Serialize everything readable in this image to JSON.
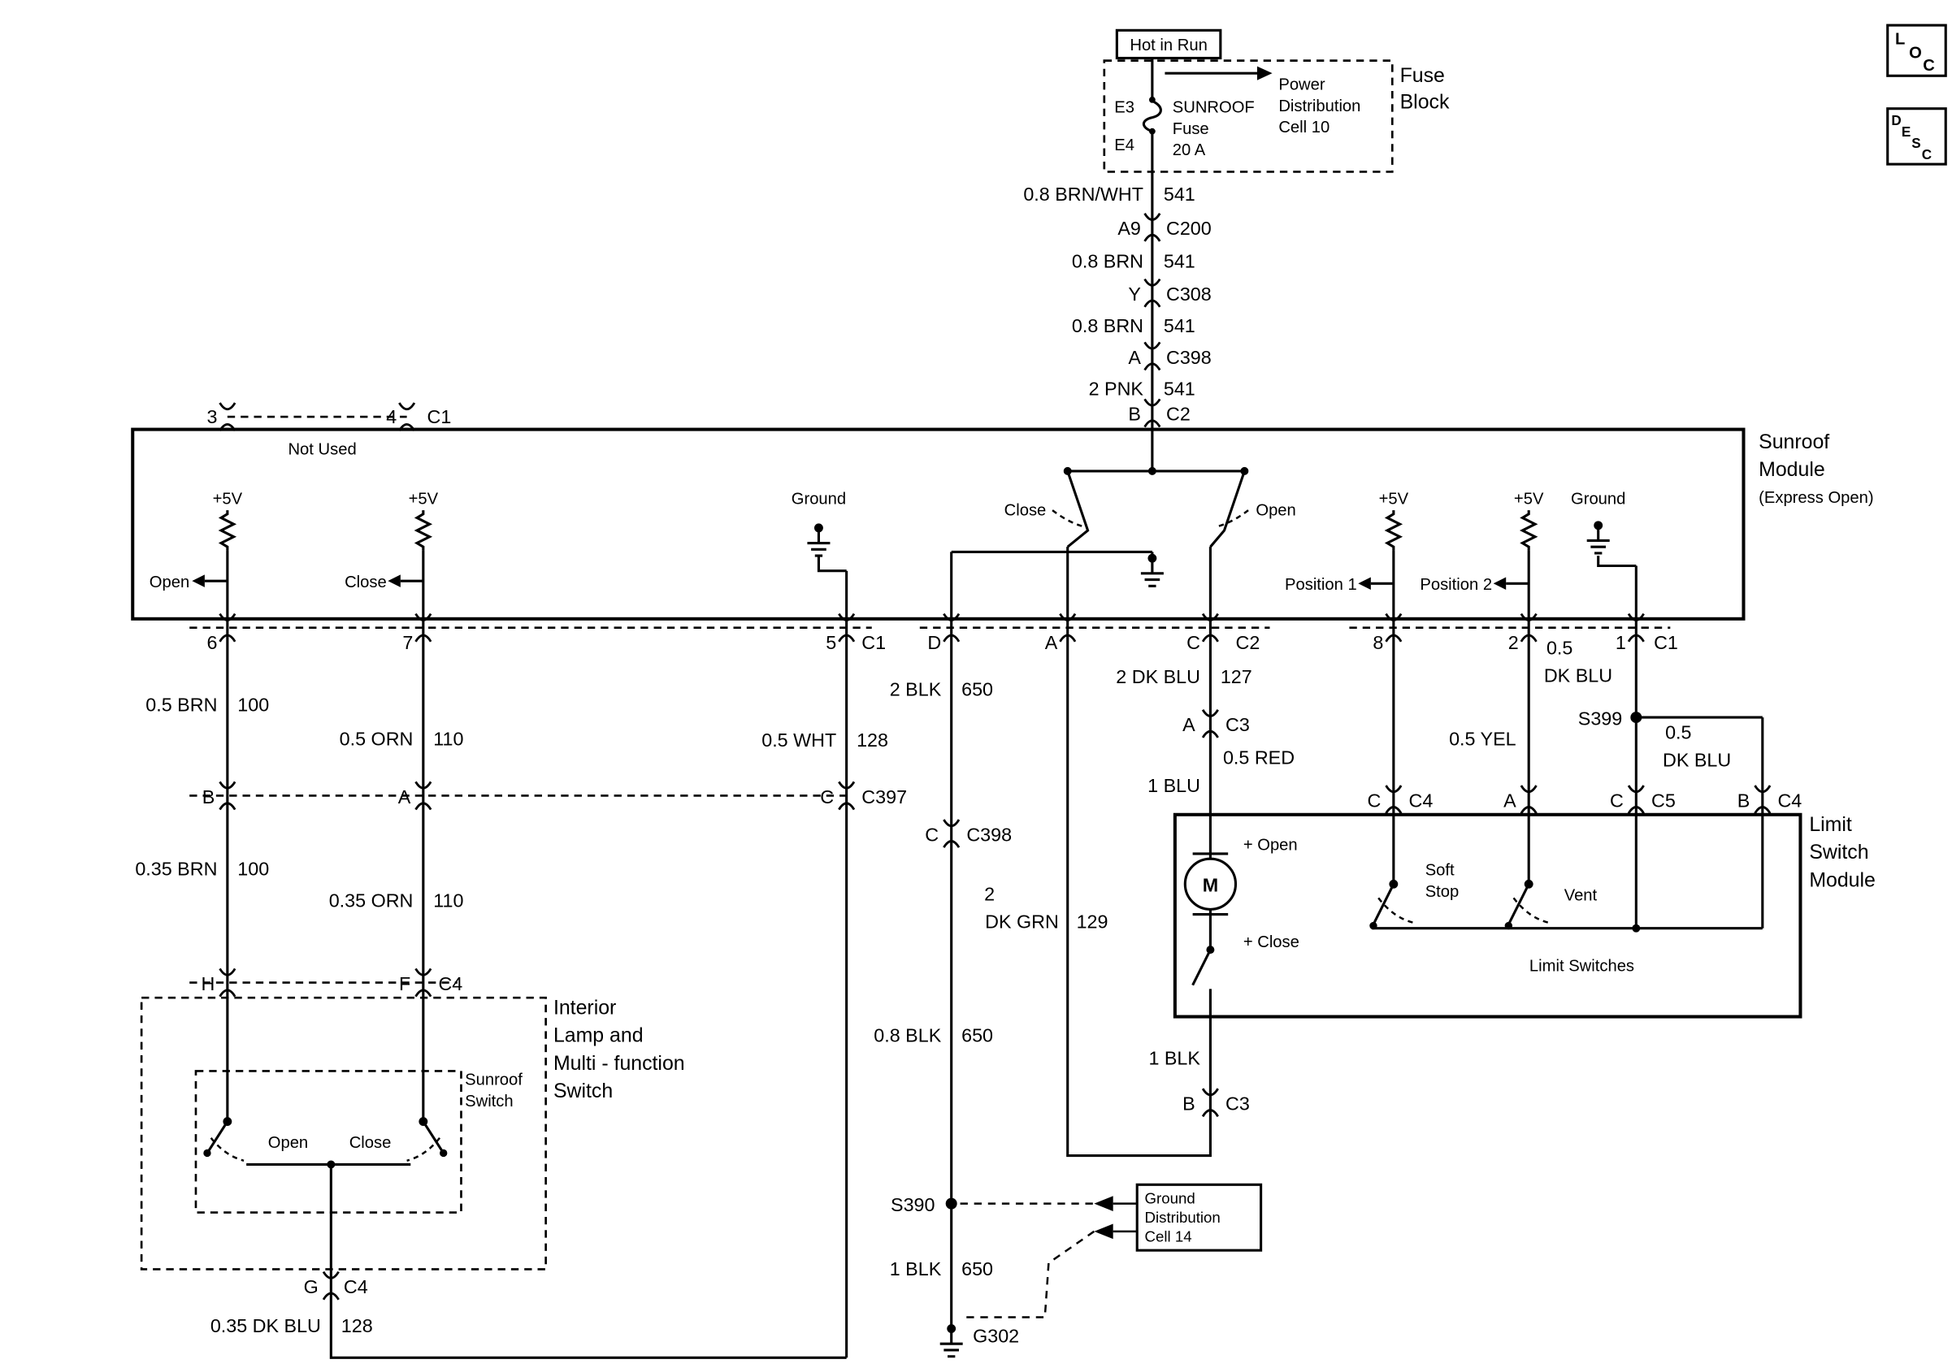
{
  "corner": {
    "loc": {
      "l1": "L",
      "l2": "O",
      "l3": "C"
    },
    "desc": {
      "l1": "D",
      "l2": "E",
      "l3": "S",
      "l4": "C"
    }
  },
  "fuse_area": {
    "hot_in_run": "Hot in Run",
    "pin_e3": "E3",
    "pin_e4": "E4",
    "fuse_name": "SUNROOF",
    "fuse_word": "Fuse",
    "fuse_rating": "20 A",
    "dist1": "Power",
    "dist2": "Distribution",
    "dist3": "Cell 10",
    "block1": "Fuse",
    "block2": "Block"
  },
  "feed": {
    "seg1": {
      "gauge_color": "0.8 BRN/WHT",
      "circuit": "541"
    },
    "c200": {
      "pin": "A9",
      "name": "C200"
    },
    "seg2": {
      "gauge_color": "0.8 BRN",
      "circuit": "541"
    },
    "c308": {
      "pin": "Y",
      "name": "C308"
    },
    "seg3": {
      "gauge_color": "0.8 BRN",
      "circuit": "541"
    },
    "c398": {
      "pin": "A",
      "name": "C398"
    },
    "seg4": {
      "gauge_color": "2 PNK",
      "circuit": "541"
    },
    "c2": {
      "pin": "B",
      "name": "C2"
    }
  },
  "sunroof_module": {
    "title1": "Sunroof",
    "title2": "Module",
    "title3": "(Express Open)",
    "not_used": "Not Used",
    "pin3": "3",
    "pin4": "4",
    "c1_top": "C1",
    "v5": "+5V",
    "ground": "Ground",
    "open_left": "Open",
    "close_left": "Close",
    "close_mid": "Close",
    "open_mid": "Open",
    "pos1": "Position 1",
    "pos2": "Position 2",
    "pins": {
      "p6": "6",
      "p7": "7",
      "p5": "5",
      "c1_left": "C1",
      "pd": "D",
      "pa": "A",
      "pc": "C",
      "c2": "C2",
      "p8": "8",
      "p2": "2",
      "p1": "1",
      "c1_right": "C1"
    }
  },
  "left": {
    "w6a": {
      "gauge_color": "0.5 BRN",
      "circuit": "100"
    },
    "w6b": {
      "gauge_color": "0.35 BRN",
      "circuit": "100"
    },
    "w7a": {
      "gauge_color": "0.5 ORN",
      "circuit": "110"
    },
    "w7b": {
      "gauge_color": "0.35 ORN",
      "circuit": "110"
    },
    "w5": {
      "gauge_color": "0.5 WHT",
      "circuit": "128"
    },
    "c397": {
      "pin_b": "B",
      "pin_a": "A",
      "pin_c": "C",
      "name": "C397"
    },
    "c4": {
      "pin_h": "H",
      "pin_f": "F",
      "name": "C4"
    },
    "gc4": {
      "pin": "G",
      "name": "C4"
    },
    "wg": {
      "gauge_color": "0.35 DK BLU",
      "circuit": "128"
    },
    "box": {
      "t1": "Interior",
      "t2": "Lamp and",
      "t3": "Multi - function",
      "t4": "Switch",
      "inner1": "Sunroof",
      "inner2": "Switch",
      "open": "Open",
      "close": "Close"
    }
  },
  "middle": {
    "wd1": {
      "gauge_color": "2 BLK",
      "circuit": "650"
    },
    "c398": {
      "pin": "C",
      "name": "C398"
    },
    "wd2": {
      "gauge_color": "0.8 BLK",
      "circuit": "650"
    },
    "s390": "S390",
    "wd3": {
      "gauge_color": "1 BLK",
      "circuit": "650"
    },
    "g302": "G302",
    "gnd_box": {
      "l1": "Ground",
      "l2": "Distribution",
      "l3": "Cell 14"
    },
    "wa": {
      "gauge": "2",
      "color": "DK GRN",
      "circuit": "129"
    },
    "wc": {
      "gauge_color": "2 DK BLU",
      "circuit": "127"
    },
    "c3a": {
      "pin": "A",
      "name": "C3"
    },
    "red_label": "0.5 RED",
    "blu_label": "1 BLU",
    "motor": {
      "letter": "M",
      "open": "+ Open",
      "close": "+ Close"
    },
    "blk_label": "1 BLK",
    "c3b": {
      "pin": "B",
      "name": "C3"
    }
  },
  "right": {
    "yel_label": "0.5 YEL",
    "w1a": {
      "l1": "0.5",
      "l2": "DK BLU"
    },
    "s399": "S399",
    "w1b": {
      "l1": "0.5",
      "l2": "DK BLU"
    },
    "c4c": {
      "pin": "C",
      "name": "C4"
    },
    "pin_a": "A",
    "c5": {
      "pin": "C",
      "name": "C5"
    },
    "c4b": {
      "pin": "B",
      "name": "C4"
    },
    "module": {
      "t1": "Limit",
      "t2": "Switch",
      "t3": "Module"
    },
    "soft1": "Soft",
    "soft2": "Stop",
    "vent": "Vent",
    "limit_switches": "Limit Switches"
  }
}
